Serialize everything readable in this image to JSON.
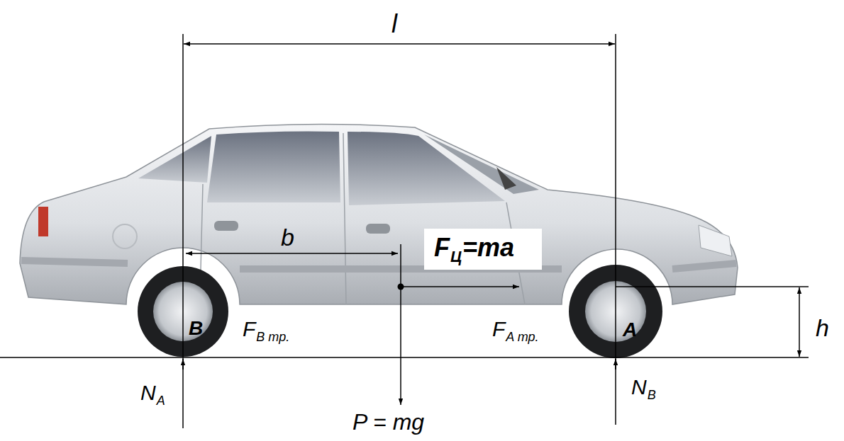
{
  "diagram": {
    "labels": [
      "l",
      "b",
      "F",
      "Ц",
      "=ma",
      "h",
      "B",
      "F",
      "B тр.",
      "F",
      "A тр.",
      "A",
      "N",
      "A",
      "N",
      "B",
      "P = mg"
    ]
  }
}
